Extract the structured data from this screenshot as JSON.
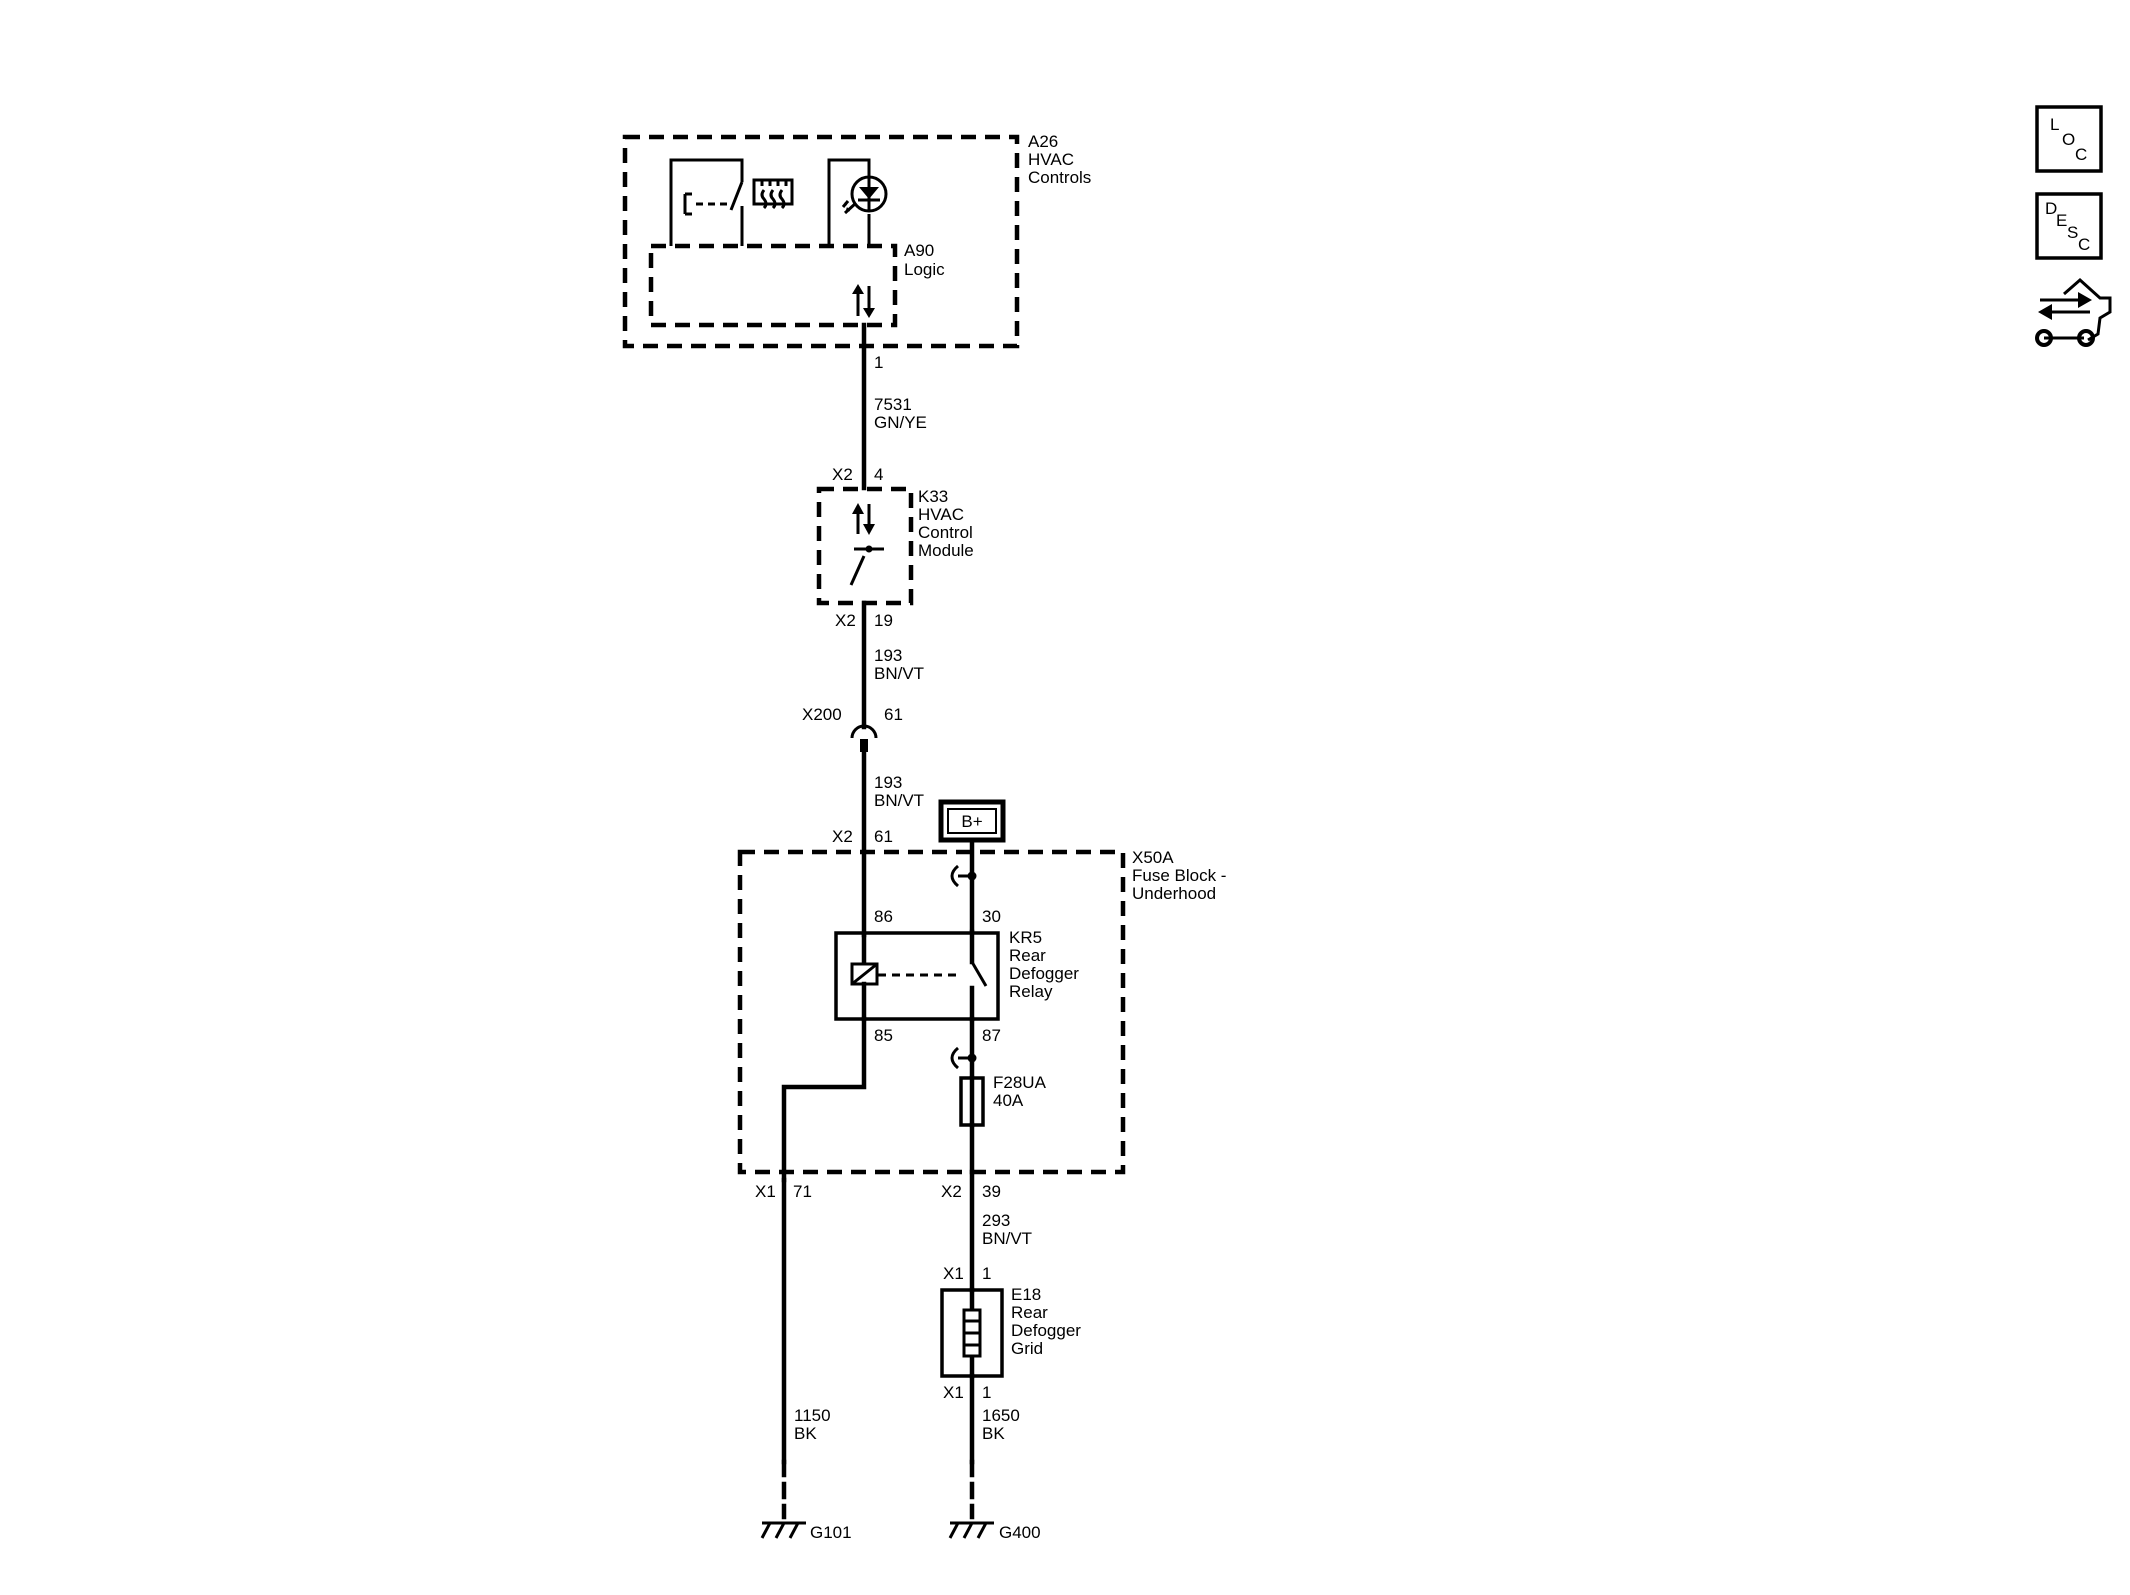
{
  "components": {
    "a26": {
      "ref": "A26",
      "name_1": "HVAC",
      "name_2": "Controls"
    },
    "a90": {
      "ref": "A90",
      "name_1": "Logic"
    },
    "k33": {
      "ref": "K33",
      "name_1": "HVAC",
      "name_2": "Control",
      "name_3": "Module"
    },
    "x50a": {
      "ref": "X50A",
      "name_1": "Fuse Block -",
      "name_2": "Underhood"
    },
    "kr5": {
      "ref": "KR5",
      "name_1": "Rear",
      "name_2": "Defogger",
      "name_3": "Relay"
    },
    "f28ua": {
      "ref": "F28UA",
      "rating": "40A"
    },
    "e18": {
      "ref": "E18",
      "name_1": "Rear",
      "name_2": "Defogger",
      "name_3": "Grid"
    },
    "b_plus": {
      "label": "B+"
    }
  },
  "connectors": {
    "a26_pin": "1",
    "k33_top_conn": "X2",
    "k33_top_pin": "4",
    "k33_bot_conn": "X2",
    "k33_bot_pin": "19",
    "x200_conn": "X200",
    "x200_pin": "61",
    "x50a_in_conn": "X2",
    "x50a_in_pin": "61",
    "relay_86": "86",
    "relay_30": "30",
    "relay_85": "85",
    "relay_87": "87",
    "x50a_out1_conn": "X1",
    "x50a_out1_pin": "71",
    "x50a_out2_conn": "X2",
    "x50a_out2_pin": "39",
    "e18_top_conn": "X1",
    "e18_top_pin": "1",
    "e18_bot_conn": "X1",
    "e18_bot_pin": "1"
  },
  "wires": {
    "w7531": {
      "circuit": "7531",
      "color": "GN/YE"
    },
    "w193a": {
      "circuit": "193",
      "color": "BN/VT"
    },
    "w193b": {
      "circuit": "193",
      "color": "BN/VT"
    },
    "w293": {
      "circuit": "293",
      "color": "BN/VT"
    },
    "w1150": {
      "circuit": "1150",
      "color": "BK"
    },
    "w1650": {
      "circuit": "1650",
      "color": "BK"
    }
  },
  "grounds": {
    "g101": "G101",
    "g400": "G400"
  },
  "tools": {
    "loc": {
      "l1": "L",
      "l2": "O",
      "l3": "C"
    },
    "desc": {
      "l1": "D",
      "l2": "E",
      "l3": "S",
      "l4": "C"
    },
    "troubleshoot": "wiring-tools-icon"
  }
}
